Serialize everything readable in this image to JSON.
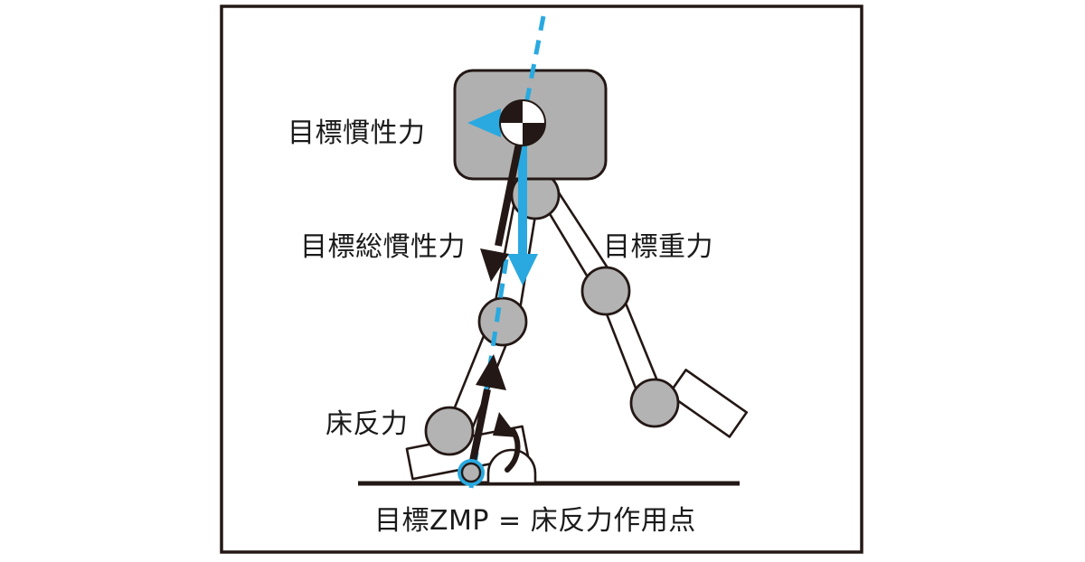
{
  "figure": {
    "title_caption": "目標ZMP = 床反力作用点",
    "labels": {
      "target_inertial_force": "目標慣性力",
      "target_total_inertial_force": "目標総慣性力",
      "target_gravity": "目標重力",
      "floor_reaction_force": "床反力",
      "target_zmp_equals_cop": "目標ZMP = 床反力作用点"
    },
    "colors": {
      "accent_cyan": "#29a9e0",
      "outline_black": "#231815",
      "joint_gray": "#b3b3b3",
      "torso_gray": "#b0b0b0",
      "background": "#ffffff",
      "frame_border": "#231815"
    },
    "elements": {
      "torso": "rounded-rectangle-gray",
      "com_marker": "checkered-circle-center-of-mass",
      "zmp_marker": "small-gray-circle-cyan-ring",
      "ground_line": "horizontal-black-line",
      "vertical_reference": "cyan-dashed-line",
      "support_foot": "tilted-rectangle-left",
      "swing_foot": "tilted-rectangle-right",
      "joints": [
        "hip",
        "knee-support",
        "ankle-support",
        "knee-swing",
        "ankle-swing"
      ]
    },
    "arrows": {
      "inertial_force": {
        "color": "#29a9e0",
        "direction": "left",
        "style": "solid"
      },
      "gravity": {
        "color": "#29a9e0",
        "direction": "down",
        "style": "solid"
      },
      "total_inertial_force": {
        "color": "#231815",
        "direction": "down-left",
        "style": "solid"
      },
      "floor_reaction_force": {
        "color": "#231815",
        "direction": "up-right",
        "style": "solid"
      },
      "moment": {
        "color": "#231815",
        "direction": "curved-ccw",
        "style": "solid"
      }
    }
  }
}
